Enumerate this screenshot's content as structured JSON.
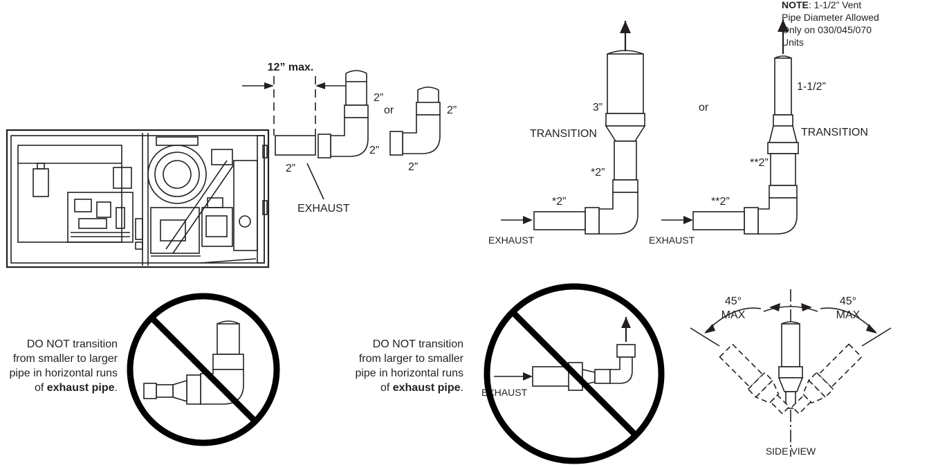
{
  "top_left": {
    "max_label": "12” max.",
    "pipe_2a": "2”",
    "pipe_2b": "2”",
    "pipe_2c": "2”",
    "pipe_2d": "2”",
    "pipe_2e": "2”",
    "or": "or",
    "exhaust": "EXHAUST"
  },
  "top_right": {
    "note_bold": "NOTE",
    "note_line1": ": 1-1/2” Vent",
    "note_line2": "Pipe Diameter Allowed",
    "note_line3": "Only on 030/045/070",
    "note_line4": "Units",
    "left_3in": "3”",
    "left_transition": "TRANSITION",
    "left_star2_vert": "*2”",
    "left_star2_horiz": "*2”",
    "left_exhaust": "EXHAUST",
    "or": "or",
    "right_1_5in": "1-1/2”",
    "right_transition": "TRANSITION",
    "right_star2_vert": "**2”",
    "right_star2_horiz": "**2”",
    "right_exhaust": "EXHAUST"
  },
  "bottom_left": {
    "line1": "DO NOT transition",
    "line2": "from smaller to larger",
    "line3": "pipe in horizontal runs",
    "line4_pre": "of ",
    "line4_bold": "exhaust pipe",
    "line4_post": "."
  },
  "bottom_mid": {
    "line1": "DO NOT transition",
    "line2": "from larger to smaller",
    "line3": "pipe in horizontal runs",
    "line4_pre": "of ",
    "line4_bold": "exhaust pipe",
    "line4_post": ".",
    "exhaust": "EXHAUST"
  },
  "bottom_right": {
    "left_deg": "45°",
    "left_max": "MAX",
    "right_deg": "45°",
    "right_max": "MAX",
    "side_view": "SIDE VIEW"
  }
}
